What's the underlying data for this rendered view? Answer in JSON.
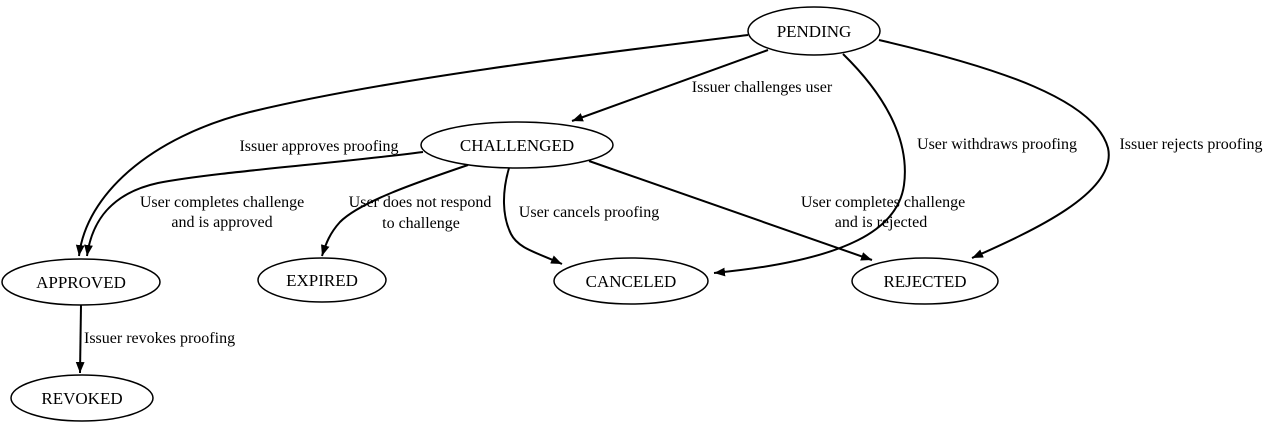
{
  "diagram": {
    "background": "#ffffff",
    "stroke_color": "#000000",
    "node_fill": "#ffffff",
    "nodes": [
      {
        "id": "pending",
        "label": "PENDING"
      },
      {
        "id": "challenged",
        "label": "CHALLENGED"
      },
      {
        "id": "approved",
        "label": "APPROVED"
      },
      {
        "id": "expired",
        "label": "EXPIRED"
      },
      {
        "id": "canceled",
        "label": "CANCELED"
      },
      {
        "id": "rejected",
        "label": "REJECTED"
      },
      {
        "id": "revoked",
        "label": "REVOKED"
      }
    ],
    "edges": [
      {
        "from": "PENDING",
        "to": "CHALLENGED",
        "label": "Issuer challenges user",
        "lines": [
          "Issuer challenges user"
        ]
      },
      {
        "from": "PENDING",
        "to": "APPROVED",
        "label": "Issuer approves proofing",
        "lines": [
          "Issuer approves proofing"
        ]
      },
      {
        "from": "PENDING",
        "to": "CANCELED",
        "label": "User withdraws proofing",
        "lines": [
          "User withdraws proofing"
        ]
      },
      {
        "from": "PENDING",
        "to": "REJECTED",
        "label": "Issuer rejects proofing",
        "lines": [
          "Issuer rejects proofing"
        ]
      },
      {
        "from": "CHALLENGED",
        "to": "APPROVED",
        "label": "User completes challenge and is approved",
        "lines": [
          "User completes challenge",
          "and is approved"
        ]
      },
      {
        "from": "CHALLENGED",
        "to": "EXPIRED",
        "label": "User does not respond to challenge",
        "lines": [
          "User does not respond",
          "to challenge"
        ]
      },
      {
        "from": "CHALLENGED",
        "to": "CANCELED",
        "label": "User cancels proofing",
        "lines": [
          "User cancels proofing"
        ]
      },
      {
        "from": "CHALLENGED",
        "to": "REJECTED",
        "label": "User completes challenge and is rejected",
        "lines": [
          "User completes challenge",
          "and is rejected"
        ]
      },
      {
        "from": "APPROVED",
        "to": "REVOKED",
        "label": "Issuer revokes proofing",
        "lines": [
          "Issuer revokes proofing"
        ]
      }
    ]
  }
}
